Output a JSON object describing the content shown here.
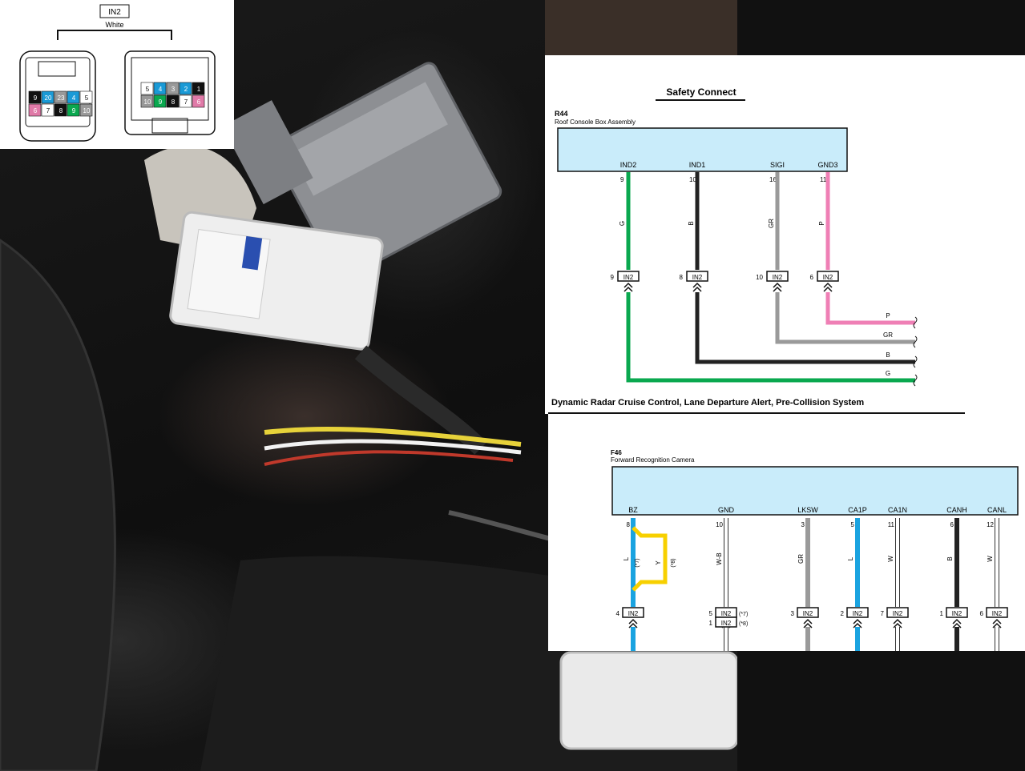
{
  "connector_inset": {
    "label": "IN2",
    "color_name": "White",
    "left_pins": [
      {
        "num": "9",
        "color": "#111111",
        "text": "#ffffff"
      },
      {
        "num": "20",
        "color": "#1a9ad6",
        "text": "#ffffff"
      },
      {
        "num": "23",
        "color": "#999999",
        "text": "#ffffff"
      },
      {
        "num": "4",
        "color": "#1a9ad6",
        "text": "#ffffff"
      },
      {
        "num": "5",
        "color": "#ffffff",
        "text": "#111111"
      },
      {
        "num": "6",
        "color": "#e07aa8",
        "text": "#ffffff"
      },
      {
        "num": "7",
        "color": "#ffffff",
        "text": "#111111"
      },
      {
        "num": "8",
        "color": "#111111",
        "text": "#ffffff"
      },
      {
        "num": "9",
        "color": "#0aa84f",
        "text": "#ffffff"
      },
      {
        "num": "10",
        "color": "#999999",
        "text": "#ffffff"
      }
    ],
    "right_pins": [
      {
        "num": "5",
        "color": "#ffffff",
        "text": "#111111"
      },
      {
        "num": "4",
        "color": "#1a9ad6",
        "text": "#ffffff"
      },
      {
        "num": "3",
        "color": "#999999",
        "text": "#ffffff"
      },
      {
        "num": "2",
        "color": "#1a9ad6",
        "text": "#ffffff"
      },
      {
        "num": "1",
        "color": "#111111",
        "text": "#ffffff"
      },
      {
        "num": "10",
        "color": "#999999",
        "text": "#ffffff"
      },
      {
        "num": "9",
        "color": "#0aa84f",
        "text": "#ffffff"
      },
      {
        "num": "8",
        "color": "#111111",
        "text": "#ffffff"
      },
      {
        "num": "7",
        "color": "#ffffff",
        "text": "#111111"
      },
      {
        "num": "6",
        "color": "#e07aa8",
        "text": "#ffffff"
      }
    ]
  },
  "safety_connect": {
    "title": "Safety Connect",
    "component_id": "R44",
    "component_name": "Roof Console Box Assembly",
    "conn_label": "IN2",
    "pins": [
      {
        "name": "IND2",
        "pin": "9",
        "wire": "G",
        "conn_pin": "9",
        "color": "#0aa84f",
        "right_label": "G"
      },
      {
        "name": "IND1",
        "pin": "10",
        "wire": "B",
        "conn_pin": "8",
        "color": "#222222",
        "right_label": "B"
      },
      {
        "name": "SIGI",
        "pin": "16",
        "wire": "GR",
        "conn_pin": "10",
        "color": "#9a9a9a",
        "right_label": "GR"
      },
      {
        "name": "GND3",
        "pin": "11",
        "wire": "P",
        "conn_pin": "6",
        "color": "#ef7fb5",
        "right_label": "P"
      }
    ]
  },
  "radar": {
    "title": "Dynamic Radar Cruise Control, Lane Departure Alert, Pre-Collision System",
    "component_id": "F46",
    "component_name": "Forward Recognition Camera",
    "conn_label": "IN2",
    "pins": [
      {
        "name": "BZ",
        "pin": "8",
        "wire": "L",
        "note": "(*7)",
        "conn_pin": "4",
        "color": "#1aa3e0",
        "style": "solid"
      },
      {
        "name": "GND",
        "pin": "10",
        "wire": "W-B",
        "note": "",
        "conn_pin": "5",
        "color": "#333333",
        "style": "white"
      },
      {
        "name": "LKSW",
        "pin": "3",
        "wire": "GR",
        "note": "",
        "conn_pin": "3",
        "color": "#9a9a9a",
        "style": "solid"
      },
      {
        "name": "CA1P",
        "pin": "5",
        "wire": "L",
        "note": "",
        "conn_pin": "2",
        "color": "#1aa3e0",
        "style": "solid"
      },
      {
        "name": "CA1N",
        "pin": "11",
        "wire": "W",
        "note": "",
        "conn_pin": "7",
        "color": "#333333",
        "style": "white"
      },
      {
        "name": "CANH",
        "pin": "6",
        "wire": "B",
        "note": "",
        "conn_pin": "1",
        "color": "#222222",
        "style": "solid"
      },
      {
        "name": "CANL",
        "pin": "12",
        "wire": "W",
        "note": "",
        "conn_pin": "6",
        "color": "#333333",
        "style": "white"
      }
    ],
    "bz_alt": {
      "wire": "Y",
      "note": "(*8)",
      "color": "#f7d000"
    },
    "gnd_alt": {
      "conn_pin": "1",
      "note_a": "(*7)",
      "note_b": "(*8)"
    }
  },
  "colors": {
    "box_fill": "#c9ecfa",
    "box_stroke": "#111111"
  }
}
